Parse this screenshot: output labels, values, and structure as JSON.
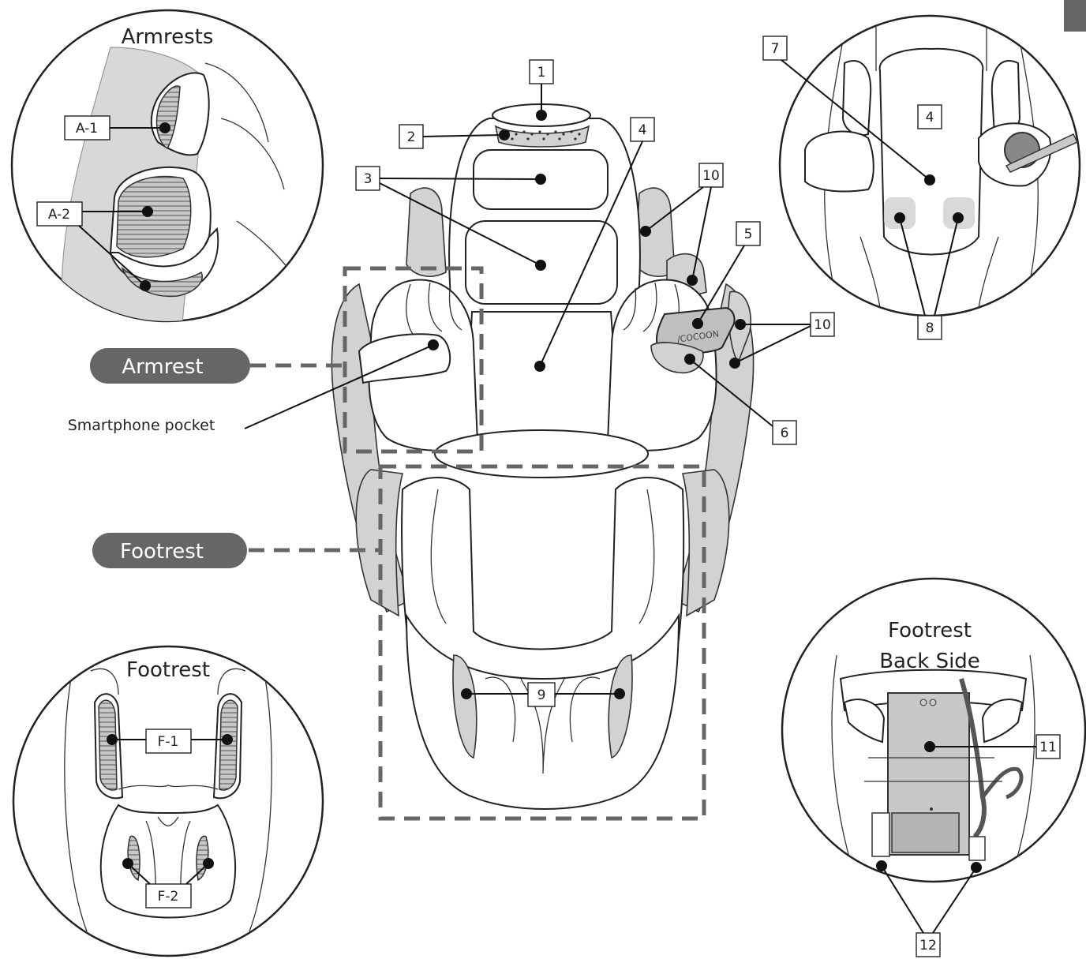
{
  "insets": {
    "armrests_title": "Armrests",
    "footrest_title": "Footrest",
    "footrest_back_title_line1": "Footrest",
    "footrest_back_title_line2": "Back Side"
  },
  "callouts": {
    "armrest_pill": "Armrest",
    "footrest_pill": "Footrest",
    "smartphone_pocket": "Smartphone pocket"
  },
  "labels": {
    "n1": "1",
    "n2": "2",
    "n3": "3",
    "n4_main": "4",
    "n4_inset": "4",
    "n5": "5",
    "n6": "6",
    "n7": "7",
    "n8": "8",
    "n9": "9",
    "n10_top": "10",
    "n10_side": "10",
    "n11": "11",
    "n12": "12",
    "a1": "A-1",
    "a2": "A-2",
    "f1": "F-1",
    "f2": "F-2"
  },
  "remote_brand": "/COCOON",
  "colors": {
    "pill": "#666666",
    "pad_gray": "#d2d2d2",
    "dashed_frame": "#666666",
    "line": "#222222"
  }
}
